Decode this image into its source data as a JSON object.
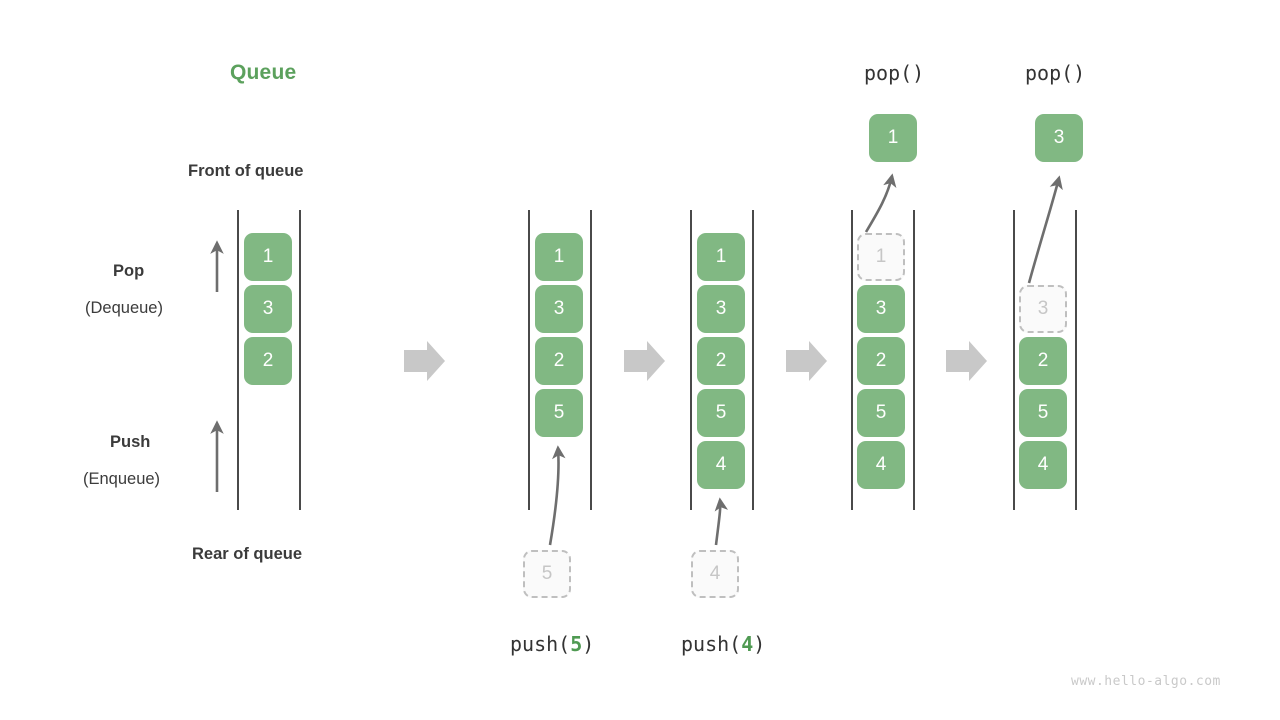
{
  "meta": {
    "title": "Queue",
    "watermark": "www.hello-algo.com",
    "colors": {
      "accent_green": "#81B883",
      "title_green": "#5CA15D",
      "cell_text": "#ffffff",
      "ghost_fill": "#FAFAFA",
      "ghost_border": "#BFBFBF",
      "ghost_text": "#C6C6C6",
      "rail": "#4A4A4A",
      "arrow_gray": "#6E6E6E",
      "block_arrow": "#C8C8C8",
      "label_dark": "#3B3B3B",
      "watermark_gray": "#C9C9C9"
    }
  },
  "annotations": {
    "front_of_queue": "Front of queue",
    "rear_of_queue": "Rear of queue",
    "pop_bold": "Pop",
    "pop_paren": "(Dequeue)",
    "push_bold": "Push",
    "push_paren": "(Enqueue)"
  },
  "stages": [
    {
      "id": "initial",
      "op_label": null,
      "op_prefix": null,
      "op_arg": null,
      "op_suffix": null,
      "cells": [
        {
          "value": "1",
          "state": "filled"
        },
        {
          "value": "3",
          "state": "filled"
        },
        {
          "value": "2",
          "state": "filled"
        }
      ],
      "incoming": null,
      "popped": null
    },
    {
      "id": "push-5",
      "op_label": "push(5)",
      "op_prefix": "push(",
      "op_arg": "5",
      "op_suffix": ")",
      "cells": [
        {
          "value": "1",
          "state": "filled"
        },
        {
          "value": "3",
          "state": "filled"
        },
        {
          "value": "2",
          "state": "filled"
        },
        {
          "value": "5",
          "state": "filled"
        }
      ],
      "incoming": {
        "value": "5",
        "state": "ghost"
      },
      "popped": null
    },
    {
      "id": "push-4",
      "op_label": "push(4)",
      "op_prefix": "push(",
      "op_arg": "4",
      "op_suffix": ")",
      "cells": [
        {
          "value": "1",
          "state": "filled"
        },
        {
          "value": "3",
          "state": "filled"
        },
        {
          "value": "2",
          "state": "filled"
        },
        {
          "value": "5",
          "state": "filled"
        },
        {
          "value": "4",
          "state": "filled"
        }
      ],
      "incoming": {
        "value": "4",
        "state": "ghost"
      },
      "popped": null
    },
    {
      "id": "pop-1",
      "op_label": "pop()",
      "op_prefix": "pop()",
      "op_arg": null,
      "op_suffix": null,
      "cells": [
        {
          "value": "1",
          "state": "ghost"
        },
        {
          "value": "3",
          "state": "filled"
        },
        {
          "value": "2",
          "state": "filled"
        },
        {
          "value": "5",
          "state": "filled"
        },
        {
          "value": "4",
          "state": "filled"
        }
      ],
      "incoming": null,
      "popped": {
        "value": "1",
        "state": "filled"
      }
    },
    {
      "id": "pop-3",
      "op_label": "pop()",
      "op_prefix": "pop()",
      "op_arg": null,
      "op_suffix": null,
      "cells": [
        {
          "value": "",
          "state": "empty"
        },
        {
          "value": "3",
          "state": "ghost"
        },
        {
          "value": "2",
          "state": "filled"
        },
        {
          "value": "5",
          "state": "filled"
        },
        {
          "value": "4",
          "state": "filled"
        }
      ],
      "incoming": null,
      "popped": {
        "value": "3",
        "state": "filled"
      }
    }
  ]
}
